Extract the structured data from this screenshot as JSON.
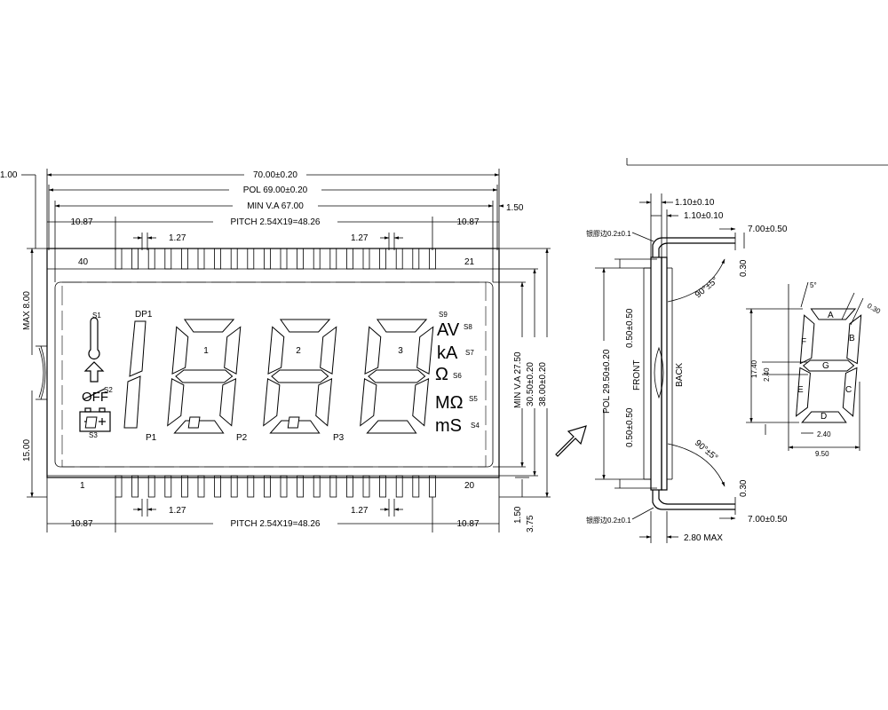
{
  "front_view": {
    "overall_width": "70.00±0.20",
    "pol_width": "POL 69.00±0.20",
    "min_va_width": "MIN V.A 67.00",
    "pitch_label": "PITCH 2.54X19=48.26",
    "edge_offset": "10.87",
    "pin_pitch": "1.27",
    "right_margin": "1.50",
    "left_margin": "1.00",
    "max_height": "MAX 8.00",
    "lower_height": "15.00",
    "min_va_height": "MIN V.A 27.50",
    "inner_height": "30.50±0.20",
    "outer_height": "38.00±0.20",
    "bottom_margin": "1.50",
    "bottom_extra": "3.75",
    "pin_top_left": "40",
    "pin_top_right": "21",
    "pin_bottom_left": "1",
    "pin_bottom_right": "20",
    "digit_labels": [
      "1",
      "2",
      "3"
    ],
    "dp_labels": [
      "P1",
      "P2",
      "P3"
    ],
    "dp1_label": "DP1",
    "units": [
      "AV",
      "kA",
      "Ω",
      "MΩ",
      "mS"
    ],
    "unit_segment_labels": [
      "S9",
      "S8",
      "S7",
      "S6",
      "S5",
      "S4"
    ],
    "icon_labels": [
      "S1",
      "S2",
      "S3"
    ],
    "off_text": "OFF"
  },
  "side_view": {
    "glass_1": "1.10±0.10",
    "glass_2": "1.10±0.10",
    "seal_label": "银膠边0.2±0.1",
    "pin_length": "7.00±0.50",
    "pin_thickness": "0.30",
    "angle": "90°±5°",
    "pol_height": "POL 29.50±0.20",
    "offset": "0.50±0.50",
    "front_label": "FRONT",
    "back_label": "BACK",
    "max_thickness": "2.80 MAX"
  },
  "segment_detail": {
    "labels": [
      "A",
      "B",
      "C",
      "D",
      "E",
      "F",
      "G"
    ],
    "height": "17.40",
    "seg_width": "2.40",
    "seg_width_2": "2.40",
    "total_width": "9.50",
    "angle": "5°",
    "thickness": "0.30"
  }
}
